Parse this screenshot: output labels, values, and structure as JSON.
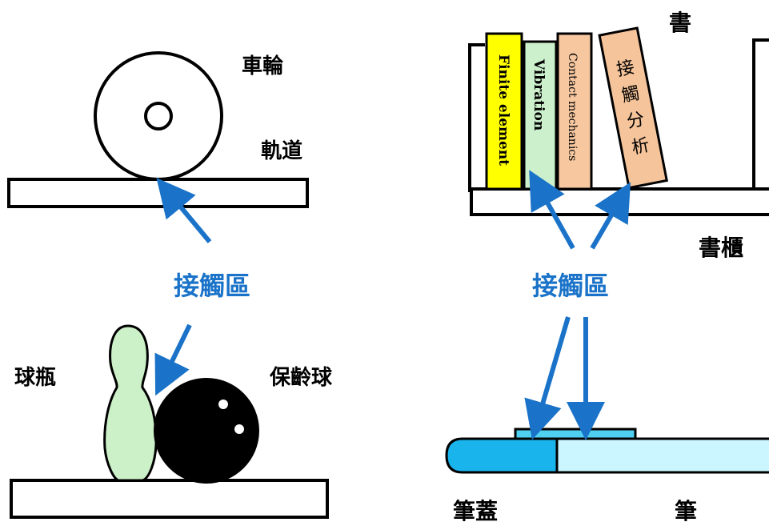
{
  "colors": {
    "arrow": "#1a73c8",
    "contact_text": "#1a73c8",
    "book_yellow": "#ffff00",
    "book_green": "#ccf0cc",
    "book_orange": "#f7c8a0",
    "book_orange_tilted": "#f5c49a",
    "pin": "#ccf0c8",
    "pen_cap": "#1ab4ec",
    "pen_body": "#ccf6ff",
    "clip": "#50d0f0"
  },
  "wheel_panel": {
    "wheel_label": "車輪",
    "rail_label": "軌道",
    "contact_label": "接觸區"
  },
  "bowling_panel": {
    "pin_label": "球瓶",
    "ball_label": "保齡球"
  },
  "bookshelf_panel": {
    "book_label": "書",
    "shelf_label": "書櫃",
    "contact_label": "接觸區",
    "books": [
      {
        "title": "Finite element",
        "icon": "book-spine"
      },
      {
        "title": "Vibration",
        "icon": "book-spine"
      },
      {
        "title": "Contact mechanics",
        "icon": "book-spine"
      },
      {
        "title": "接觸分析",
        "icon": "book-spine"
      }
    ]
  },
  "pen_panel": {
    "cap_label": "筆蓋",
    "pen_label": "筆"
  }
}
